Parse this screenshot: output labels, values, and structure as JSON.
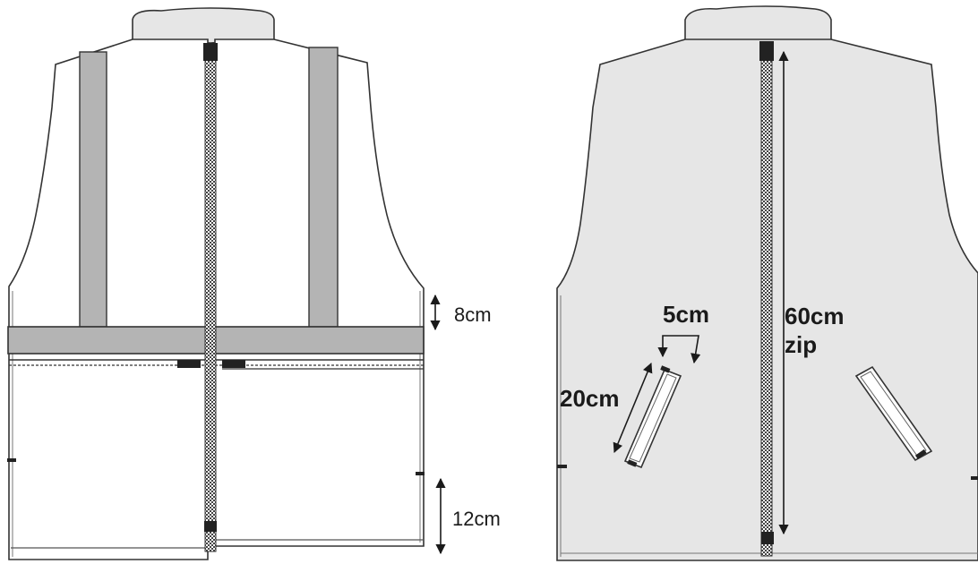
{
  "front_view": {
    "measurements": {
      "stripe_height": "8cm",
      "side_vent": "12cm"
    }
  },
  "back_view": {
    "measurements": {
      "pocket_width": "5cm",
      "pocket_length": "20cm",
      "zip_length": "60cm",
      "zip_word": "zip"
    }
  },
  "colors": {
    "line": "#333333",
    "reflective_stripe": "#b4b4b4",
    "back_fabric": "#e6e6e6",
    "front_fabric": "#ffffff"
  }
}
